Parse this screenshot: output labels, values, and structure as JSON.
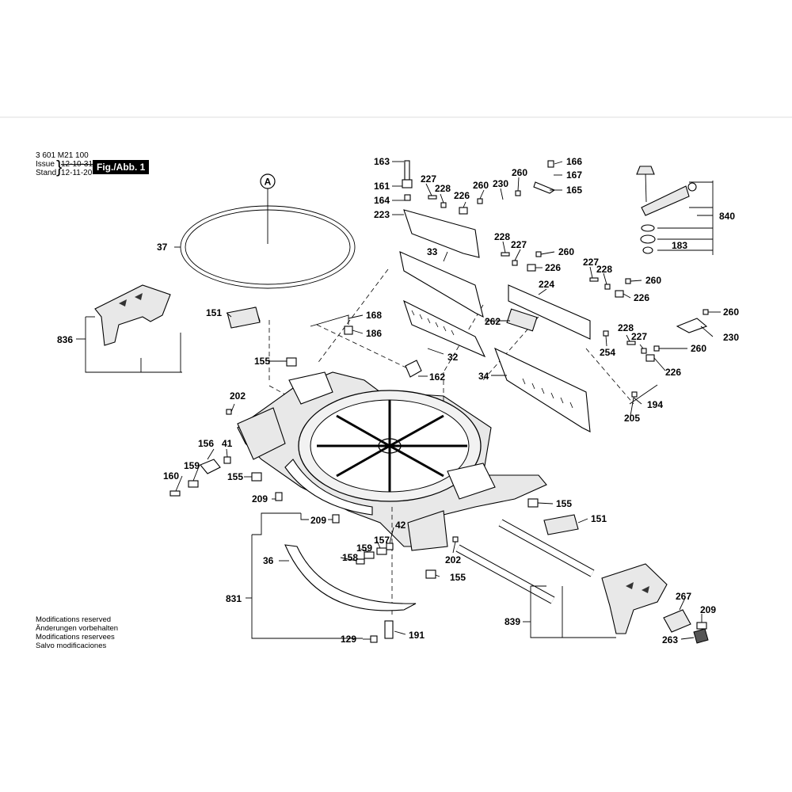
{
  "header": {
    "doc_number": "3 601 M21 100",
    "issue_label": "Issue",
    "issue_date": "12-10-31",
    "stand_label": "Stand",
    "stand_date": "12-11-20",
    "fig_label": "Fig./Abb. 1"
  },
  "notes": [
    "Modifications reserved",
    "Änderungen vorbehalten",
    "Modifications reservees",
    "Salvo modificaciones"
  ],
  "detail_marker": "A",
  "callouts": [
    {
      "label": "163"
    },
    {
      "label": "161"
    },
    {
      "label": "164"
    },
    {
      "label": "223"
    },
    {
      "label": "227"
    },
    {
      "label": "228"
    },
    {
      "label": "226"
    },
    {
      "label": "260"
    },
    {
      "label": "230"
    },
    {
      "label": "260"
    },
    {
      "label": "166"
    },
    {
      "label": "167"
    },
    {
      "label": "165"
    },
    {
      "label": "840"
    },
    {
      "label": "183"
    },
    {
      "label": "37"
    },
    {
      "label": "33"
    },
    {
      "label": "228"
    },
    {
      "label": "227"
    },
    {
      "label": "260"
    },
    {
      "label": "226"
    },
    {
      "label": "227"
    },
    {
      "label": "228"
    },
    {
      "label": "260"
    },
    {
      "label": "226"
    },
    {
      "label": "224"
    },
    {
      "label": "151"
    },
    {
      "label": "168"
    },
    {
      "label": "186"
    },
    {
      "label": "262"
    },
    {
      "label": "260"
    },
    {
      "label": "228"
    },
    {
      "label": "227"
    },
    {
      "label": "230"
    },
    {
      "label": "254"
    },
    {
      "label": "260"
    },
    {
      "label": "836"
    },
    {
      "label": "155"
    },
    {
      "label": "32"
    },
    {
      "label": "34"
    },
    {
      "label": "226"
    },
    {
      "label": "162"
    },
    {
      "label": "194"
    },
    {
      "label": "202"
    },
    {
      "label": "205"
    },
    {
      "label": "156"
    },
    {
      "label": "41"
    },
    {
      "label": "159"
    },
    {
      "label": "160"
    },
    {
      "label": "155"
    },
    {
      "label": "209"
    },
    {
      "label": "155"
    },
    {
      "label": "209"
    },
    {
      "label": "151"
    },
    {
      "label": "42"
    },
    {
      "label": "157"
    },
    {
      "label": "159"
    },
    {
      "label": "158"
    },
    {
      "label": "202"
    },
    {
      "label": "36"
    },
    {
      "label": "155"
    },
    {
      "label": "831"
    },
    {
      "label": "267"
    },
    {
      "label": "209"
    },
    {
      "label": "839"
    },
    {
      "label": "263"
    },
    {
      "label": "129"
    },
    {
      "label": "191"
    }
  ]
}
